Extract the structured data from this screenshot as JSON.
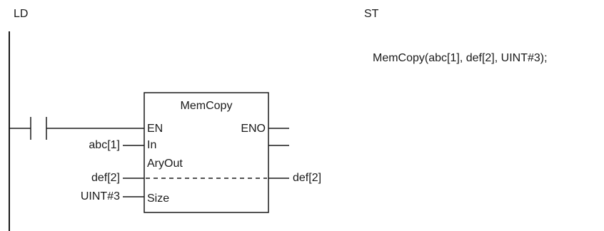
{
  "headers": {
    "ld": "LD",
    "st": "ST"
  },
  "st_code": "MemCopy(abc[1], def[2], UINT#3);",
  "function_block": {
    "name": "MemCopy",
    "pins": {
      "en": "EN",
      "eno": "ENO",
      "in": "In",
      "aryout": "AryOut",
      "size": "Size"
    }
  },
  "connections": {
    "in_var": "abc[1]",
    "aryout_in_var": "def[2]",
    "aryout_out_var": "def[2]",
    "size_var": "UINT#3"
  }
}
